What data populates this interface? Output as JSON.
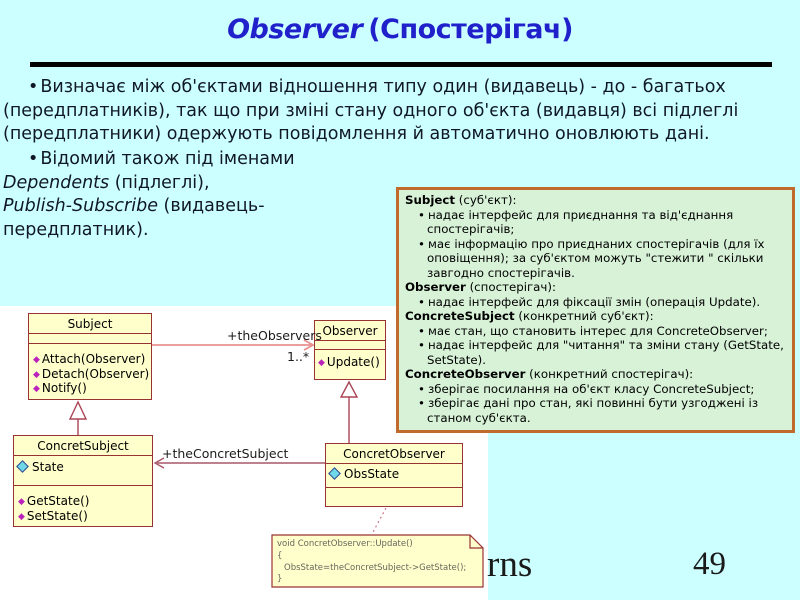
{
  "ui": {
    "bullet": "•",
    "method_icon": "◆"
  },
  "title": {
    "pattern_name": "Observer",
    "localized": "(Спостерігач)"
  },
  "intro_lines": [
    "Визначає між об'єктами відношення типу один (видавець) - до - багатьох",
    "(передплатників), так що при зміні стану одного об'єкта (видавця) всі підлеглі",
    "(передплатники) одержують повідомлення й автоматично оновлюють дані."
  ],
  "aka": {
    "lead": "Відомий також під іменами",
    "alias1_name": "Dependents",
    "alias1_rest": " (підлеглі),",
    "alias2_name": "Publish-Subscribe",
    "alias2_rest": " (видавець-",
    "alias2_tail": "передплатник)."
  },
  "info_box": {
    "entries": [
      {
        "term": "Subject",
        "suffix": " (суб'єкт):",
        "points": [
          "надає інтерфейс для приєднання та від'єднання спостерігачів;",
          "має інформацію про приєднаних спостерігачів (для їх оповіщення); за суб'єктом можуть \"стежити \" скільки завгодно спостерігачів."
        ]
      },
      {
        "term": "Observer",
        "suffix": " (спостерігач):",
        "points": [
          "надає інтерфейс для фіксації змін (операція Update)."
        ]
      },
      {
        "term": "ConcreteSubject",
        "suffix": " (конкретний суб'єкт):",
        "points": [
          "має стан, що становить інтерес для ConcreteObserver;",
          "надає інтерфейс для \"читання\" та зміни стану (GetState, SetState)."
        ]
      },
      {
        "term": "ConcreteObserver",
        "suffix": " (конкретний спостерігач):",
        "points": [
          "зберігає посилання на об'єкт класу ConcreteSubject;",
          "зберігає дані про стан, які повинні бути узгоджені із станом суб'єкта."
        ]
      }
    ]
  },
  "diagram": {
    "classes": {
      "subject": {
        "name": "Subject",
        "methods": [
          "Attach(Observer)",
          "Detach(Observer)",
          "Notify()"
        ]
      },
      "observer": {
        "name": "Observer",
        "methods": [
          "Update()"
        ]
      },
      "concret_subject": {
        "name": "ConcretSubject",
        "attributes": [
          "State"
        ],
        "methods": [
          "GetState()",
          "SetState()"
        ]
      },
      "concret_observer": {
        "name": "ConcretObserver",
        "attributes": [
          "ObsState"
        ],
        "methods": []
      }
    },
    "labels": {
      "observers_role": "+theObservers",
      "observers_multiplicity": "1..*",
      "subject_role": "+theConcretSubject"
    },
    "note_lines": [
      "void ConcretObserver::Update()",
      "{",
      "ObsState=theConcretSubject->GetState();",
      "}"
    ]
  },
  "footer": {
    "clipped_text": "rns",
    "page_number": "49"
  },
  "colors": {
    "background": "#ccffff",
    "title": "#2121cc",
    "info_box_bg": "#d8f2d8",
    "info_box_border": "#c06a2e",
    "class_bg": "#ffffcc",
    "class_border": "#993333",
    "association_pink": "#e89090",
    "association_maroon": "#a85868"
  }
}
